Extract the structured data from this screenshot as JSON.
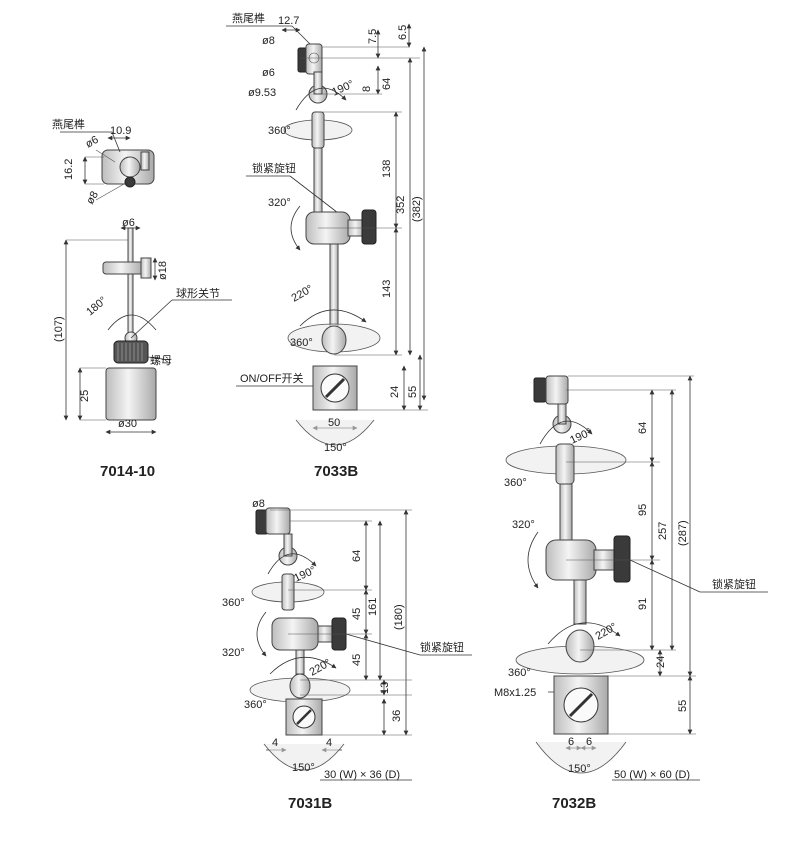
{
  "models": {
    "m7014": {
      "name": "7014-10",
      "labels": {
        "dovetail": "燕尾榫",
        "ball_joint": "球形关节",
        "nut": "螺母"
      },
      "dims": {
        "d10_9": "10.9",
        "d16_2": "16.2",
        "phi6a": "ø6",
        "phi8": "ø8",
        "phi6b": "ø6",
        "phi18": "ø18",
        "d107": "(107)",
        "a180": "180°",
        "d25": "25",
        "phi30": "ø30"
      }
    },
    "m7033": {
      "name": "7033B",
      "labels": {
        "dovetail": "燕尾榫",
        "lock_knob": "锁紧旋钮",
        "switch": "ON/OFF开关"
      },
      "dims": {
        "d12_7": "12.7",
        "phi8": "ø8",
        "phi6": "ø6",
        "phi9_53": "ø9.53",
        "d7_5": "7.5",
        "d6_5": "6.5",
        "d8": "8",
        "d64": "64",
        "a190": "190°",
        "a360a": "360°",
        "d138": "138",
        "d352": "352",
        "d382": "(382)",
        "a320": "320°",
        "d143": "143",
        "a220": "220°",
        "a360b": "360°",
        "d24": "24",
        "d55": "55",
        "d50": "50",
        "a150": "150°"
      }
    },
    "m7031": {
      "name": "7031B",
      "labels": {
        "lock_knob": "锁紧旋钮"
      },
      "dims": {
        "phi8": "ø8",
        "d64": "64",
        "a190": "190°",
        "a360a": "360°",
        "d161": "161",
        "d180": "(180)",
        "d45a": "45",
        "d45b": "45",
        "a320": "320°",
        "a220": "220°",
        "a360b": "360°",
        "d13": "13",
        "d36": "36",
        "d4a": "4",
        "d4b": "4",
        "a150": "150°",
        "size": "30 (W) × 36 (D)"
      }
    },
    "m7032": {
      "name": "7032B",
      "labels": {
        "lock_knob": "锁紧旋钮",
        "thread": "M8x1.25"
      },
      "dims": {
        "d64": "64",
        "a190": "190°",
        "a360a": "360°",
        "d95": "95",
        "d257": "257",
        "d287": "(287)",
        "a320": "320°",
        "d91": "91",
        "a220": "220°",
        "a360b": "360°",
        "d24": "24",
        "d55": "55",
        "d6a": "6",
        "d6b": "6",
        "a150": "150°",
        "size": "50 (W) × 60 (D)"
      }
    }
  }
}
